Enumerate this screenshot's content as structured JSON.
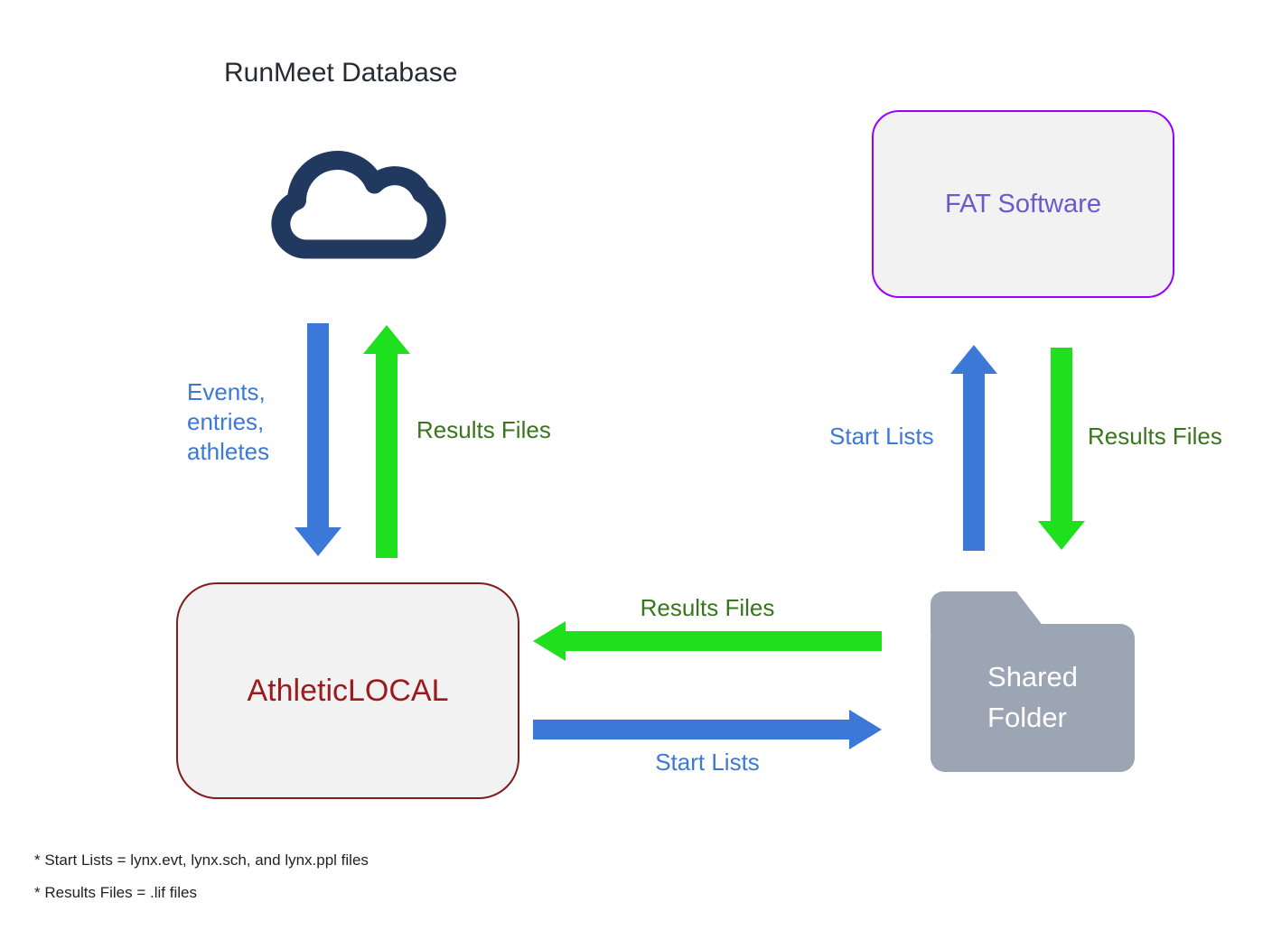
{
  "title": "RunMeet Database",
  "nodes": {
    "fat": {
      "label": "FAT Software"
    },
    "local": {
      "label": "AthleticLOCAL"
    },
    "folder": {
      "label": "Shared\nFolder"
    }
  },
  "edges": {
    "events_down": "Events,\nentries,\nathletes",
    "results_up_left": "Results Files",
    "start_lists_up": "Start Lists",
    "results_down_right": "Results Files",
    "results_to_local": "Results Files",
    "start_lists_to_folder": "Start Lists"
  },
  "footnotes": {
    "line1": "* Start Lists = lynx.evt, lynx.sch, and lynx.ppl files",
    "line2": "* Results Files = .lif files"
  },
  "colors": {
    "arrow_blue": "#3c78d8",
    "arrow_green": "#1ee01e",
    "label_blue": "#3c78d8",
    "label_green": "#38761d",
    "fat_border": "#9900ff",
    "fat_text": "#6a5acd",
    "local_border": "#7f1d1d",
    "local_text": "#991b1b",
    "cloud": "#22395f",
    "folder": "#9ca5b4",
    "box_fill": "#f2f2f2",
    "title_text": "#252a33",
    "footnote_text": "#222222"
  }
}
